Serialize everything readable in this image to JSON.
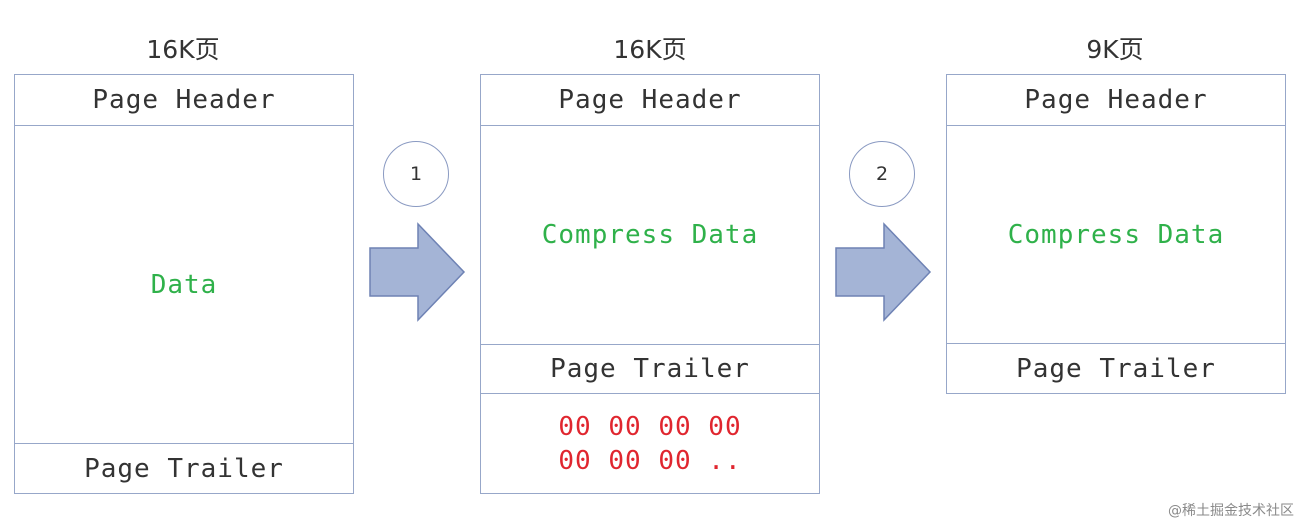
{
  "pages": [
    {
      "title": "16K页",
      "header": "Page Header",
      "data": "Data",
      "trailer": "Page Trailer"
    },
    {
      "title": "16K页",
      "header": "Page Header",
      "data": "Compress Data",
      "trailer": "Page Trailer",
      "padding_line1": "00 00 00 00",
      "padding_line2": "00 00 00 .."
    },
    {
      "title": "9K页",
      "header": "Page Header",
      "data": "Compress Data",
      "trailer": "Page Trailer"
    }
  ],
  "steps": [
    "1",
    "2"
  ],
  "watermark": "@稀土掘金技术社区",
  "colors": {
    "border": "#97a7c9",
    "arrow_fill": "#a4b4d6",
    "arrow_stroke": "#6e82b4",
    "data_text": "#2fb14a",
    "padding_text": "#e0262f"
  }
}
